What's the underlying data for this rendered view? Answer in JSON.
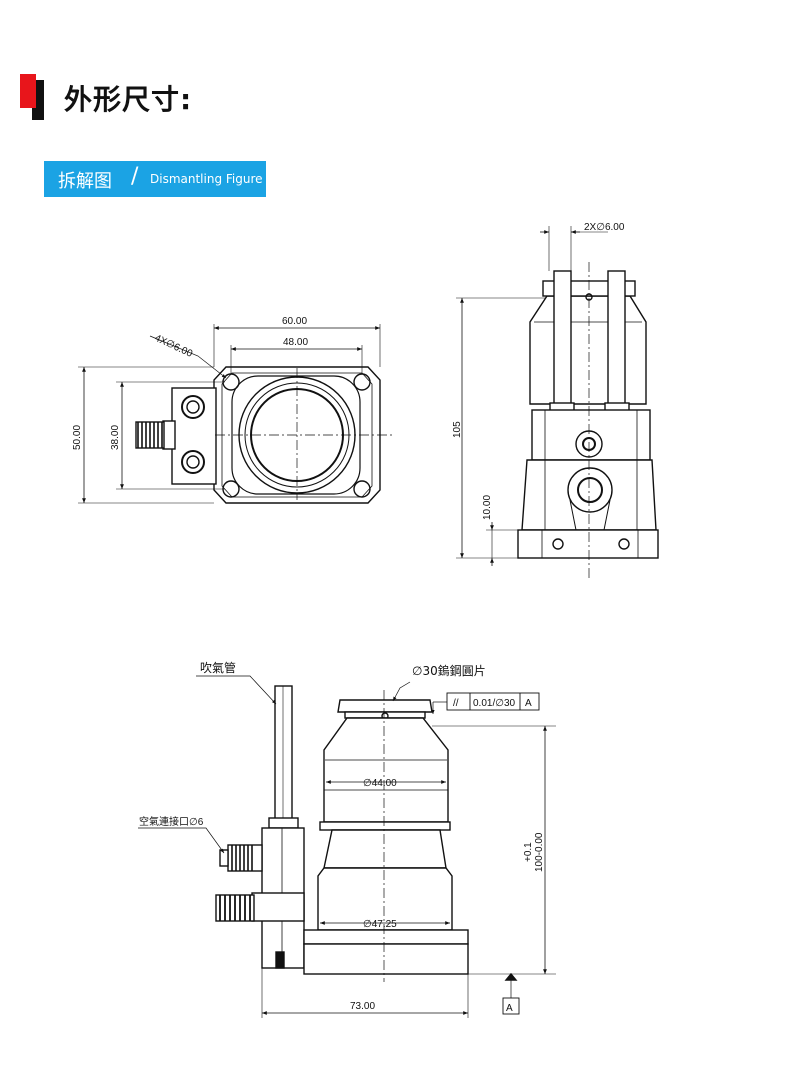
{
  "header": {
    "title": "外形尺寸:"
  },
  "tag": {
    "cn": "拆解图",
    "slash": "/",
    "en": "Dismantling Figure"
  },
  "top_view": {
    "width_outer": "60.00",
    "width_inner": "48.00",
    "hole_spec": "4X∅6.00",
    "height_outer": "50.00",
    "height_inner": "38.00"
  },
  "side_view": {
    "top_holes": "2X∅6.00",
    "total_height": "105",
    "base_height": "10.00"
  },
  "front_view": {
    "blow_tube": "吹氣管",
    "tungsten_plate": "∅30鎢鋼圓片",
    "tolerance_symbol": "//",
    "tolerance_value": "0.01/∅30",
    "datum": "A",
    "dia_upper": "∅44.00",
    "air_port": "空氣連接口∅6",
    "height_tol": "+0.1",
    "height_val": "100-0.00",
    "dia_lower": "∅47.25",
    "width": "73.00",
    "datum_ref": "A"
  }
}
